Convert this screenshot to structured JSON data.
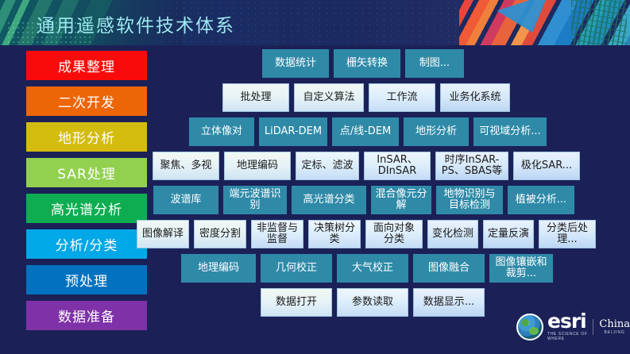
{
  "header": {
    "title": "通用遥感软件技术体系"
  },
  "sidebar": {
    "items": [
      {
        "label": "成果整理",
        "color": "#fa0b0b"
      },
      {
        "label": "二次开发",
        "color": "#ec6608"
      },
      {
        "label": "地形分析",
        "color": "#d4bc0e"
      },
      {
        "label": "SAR处理",
        "color": "#92d050"
      },
      {
        "label": "高光谱分析",
        "color": "#0ead52"
      },
      {
        "label": "分析/分类",
        "color": "#00a8e8"
      },
      {
        "label": "预处理",
        "color": "#0272c0"
      },
      {
        "label": "数据准备",
        "color": "#7f32a8"
      }
    ]
  },
  "rows": [
    {
      "style": "teal",
      "offset": 330,
      "cells": [
        {
          "label": "数据统计",
          "width": 84
        },
        {
          "label": "栅矢转换",
          "width": 84
        },
        {
          "label": "制图...",
          "width": 74
        }
      ]
    },
    {
      "style": "lite",
      "offset": 280,
      "cells": [
        {
          "label": "批处理",
          "width": 84,
          "tone": "b1"
        },
        {
          "label": "自定义算法",
          "width": 88,
          "tone": "b1"
        },
        {
          "label": "工作流",
          "width": 84,
          "tone": "b2"
        },
        {
          "label": "业务化系统",
          "width": 88,
          "tone": "b3"
        }
      ]
    },
    {
      "style": "teal",
      "offset": 238,
      "cells": [
        {
          "label": "立体像对",
          "width": 82
        },
        {
          "label": "LiDAR-DEM",
          "width": 86
        },
        {
          "label": "点/线-DEM",
          "width": 84
        },
        {
          "label": "地形分析",
          "width": 82
        },
        {
          "label": "可视域分析...",
          "width": 92
        }
      ]
    },
    {
      "style": "lite",
      "offset": 192,
      "cells": [
        {
          "label": "聚焦、多视",
          "width": 84,
          "tone": "b1"
        },
        {
          "label": "地理编码",
          "width": 84,
          "tone": "b1"
        },
        {
          "label": "定标、滤波",
          "width": 80,
          "tone": "b2"
        },
        {
          "label": "InSAR、DInSAR",
          "width": 84,
          "tone": "b2"
        },
        {
          "label": "时序InSAR-PS、SBAS等",
          "width": 92,
          "tone": "b3"
        },
        {
          "label": "极化SAR...",
          "width": 84,
          "tone": "b3"
        }
      ]
    },
    {
      "style": "teal",
      "offset": 193,
      "cells": [
        {
          "label": "波谱库",
          "width": 82
        },
        {
          "label": "端元波谱识别",
          "width": 80
        },
        {
          "label": "高光谱分类",
          "width": 94
        },
        {
          "label": "混合像元分解",
          "width": 76
        },
        {
          "label": "地物识别与目标检测",
          "width": 84
        },
        {
          "label": "植被分析...",
          "width": 84
        }
      ]
    },
    {
      "style": "lite",
      "offset": 172,
      "cells": [
        {
          "label": "图像解译",
          "width": 66,
          "tone": "b1"
        },
        {
          "label": "密度分割",
          "width": 66,
          "tone": "b1"
        },
        {
          "label": "非监督与监督",
          "width": 66,
          "tone": "b2"
        },
        {
          "label": "决策树分类",
          "width": 66,
          "tone": "b2"
        },
        {
          "label": "面向对象分类",
          "width": 72,
          "tone": "b2"
        },
        {
          "label": "变化检测",
          "width": 64,
          "tone": "b3"
        },
        {
          "label": "定量反演",
          "width": 64,
          "tone": "b3"
        },
        {
          "label": "分类后处理...",
          "width": 72,
          "tone": "b3"
        }
      ]
    },
    {
      "style": "teal",
      "offset": 228,
      "cells": [
        {
          "label": "地理编码",
          "width": 94
        },
        {
          "label": "几何校正",
          "width": 90
        },
        {
          "label": "大气校正",
          "width": 90
        },
        {
          "label": "图像融合",
          "width": 90
        },
        {
          "label": "图像镶嵌和裁剪...",
          "width": 80
        }
      ]
    },
    {
      "style": "lite",
      "offset": 328,
      "cells": [
        {
          "label": "数据打开",
          "width": 90,
          "tone": "b1"
        },
        {
          "label": "参数读取",
          "width": 90,
          "tone": "b2"
        },
        {
          "label": "数据显示...",
          "width": 90,
          "tone": "b3"
        }
      ]
    }
  ],
  "logo": {
    "brand": "esri",
    "tagline": "THE SCIENCE OF WHERE",
    "region": "China",
    "city": "BEIJING"
  }
}
